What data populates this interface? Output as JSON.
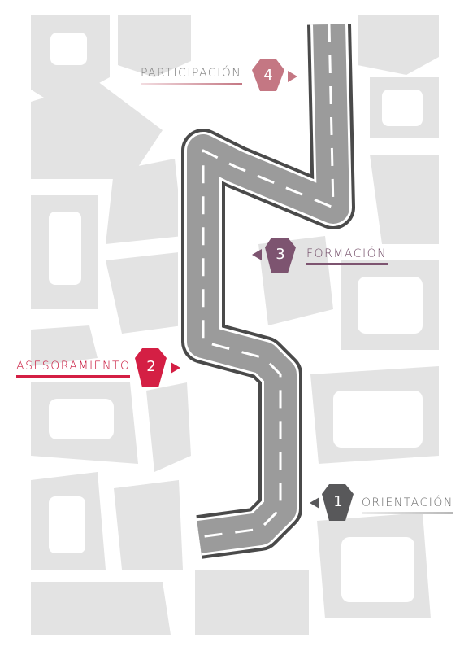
{
  "steps": [
    {
      "number": "1",
      "label": "ORIENTACIÓN",
      "color": "#58585a",
      "text_color": "#6b6b6b"
    },
    {
      "number": "2",
      "label": "ASESORAMIENTO",
      "color": "#d41f44",
      "text_color": "#c8143a"
    },
    {
      "number": "3",
      "label": "FORMACIÓN",
      "color": "#7d5470",
      "text_color": "#6e4763"
    },
    {
      "number": "4",
      "label": "PARTICIPACIÓN",
      "color": "#c47783",
      "text_color": "#7a7a7a"
    }
  ],
  "colors": {
    "map_blocks": "#e3e3e3",
    "road": "#9b9b9b",
    "road_edge": "#4a4a4a",
    "lane_marking": "#ffffff"
  },
  "icons": {
    "marker": "hexagon-icon",
    "pointer": "triangle-arrow-icon"
  }
}
